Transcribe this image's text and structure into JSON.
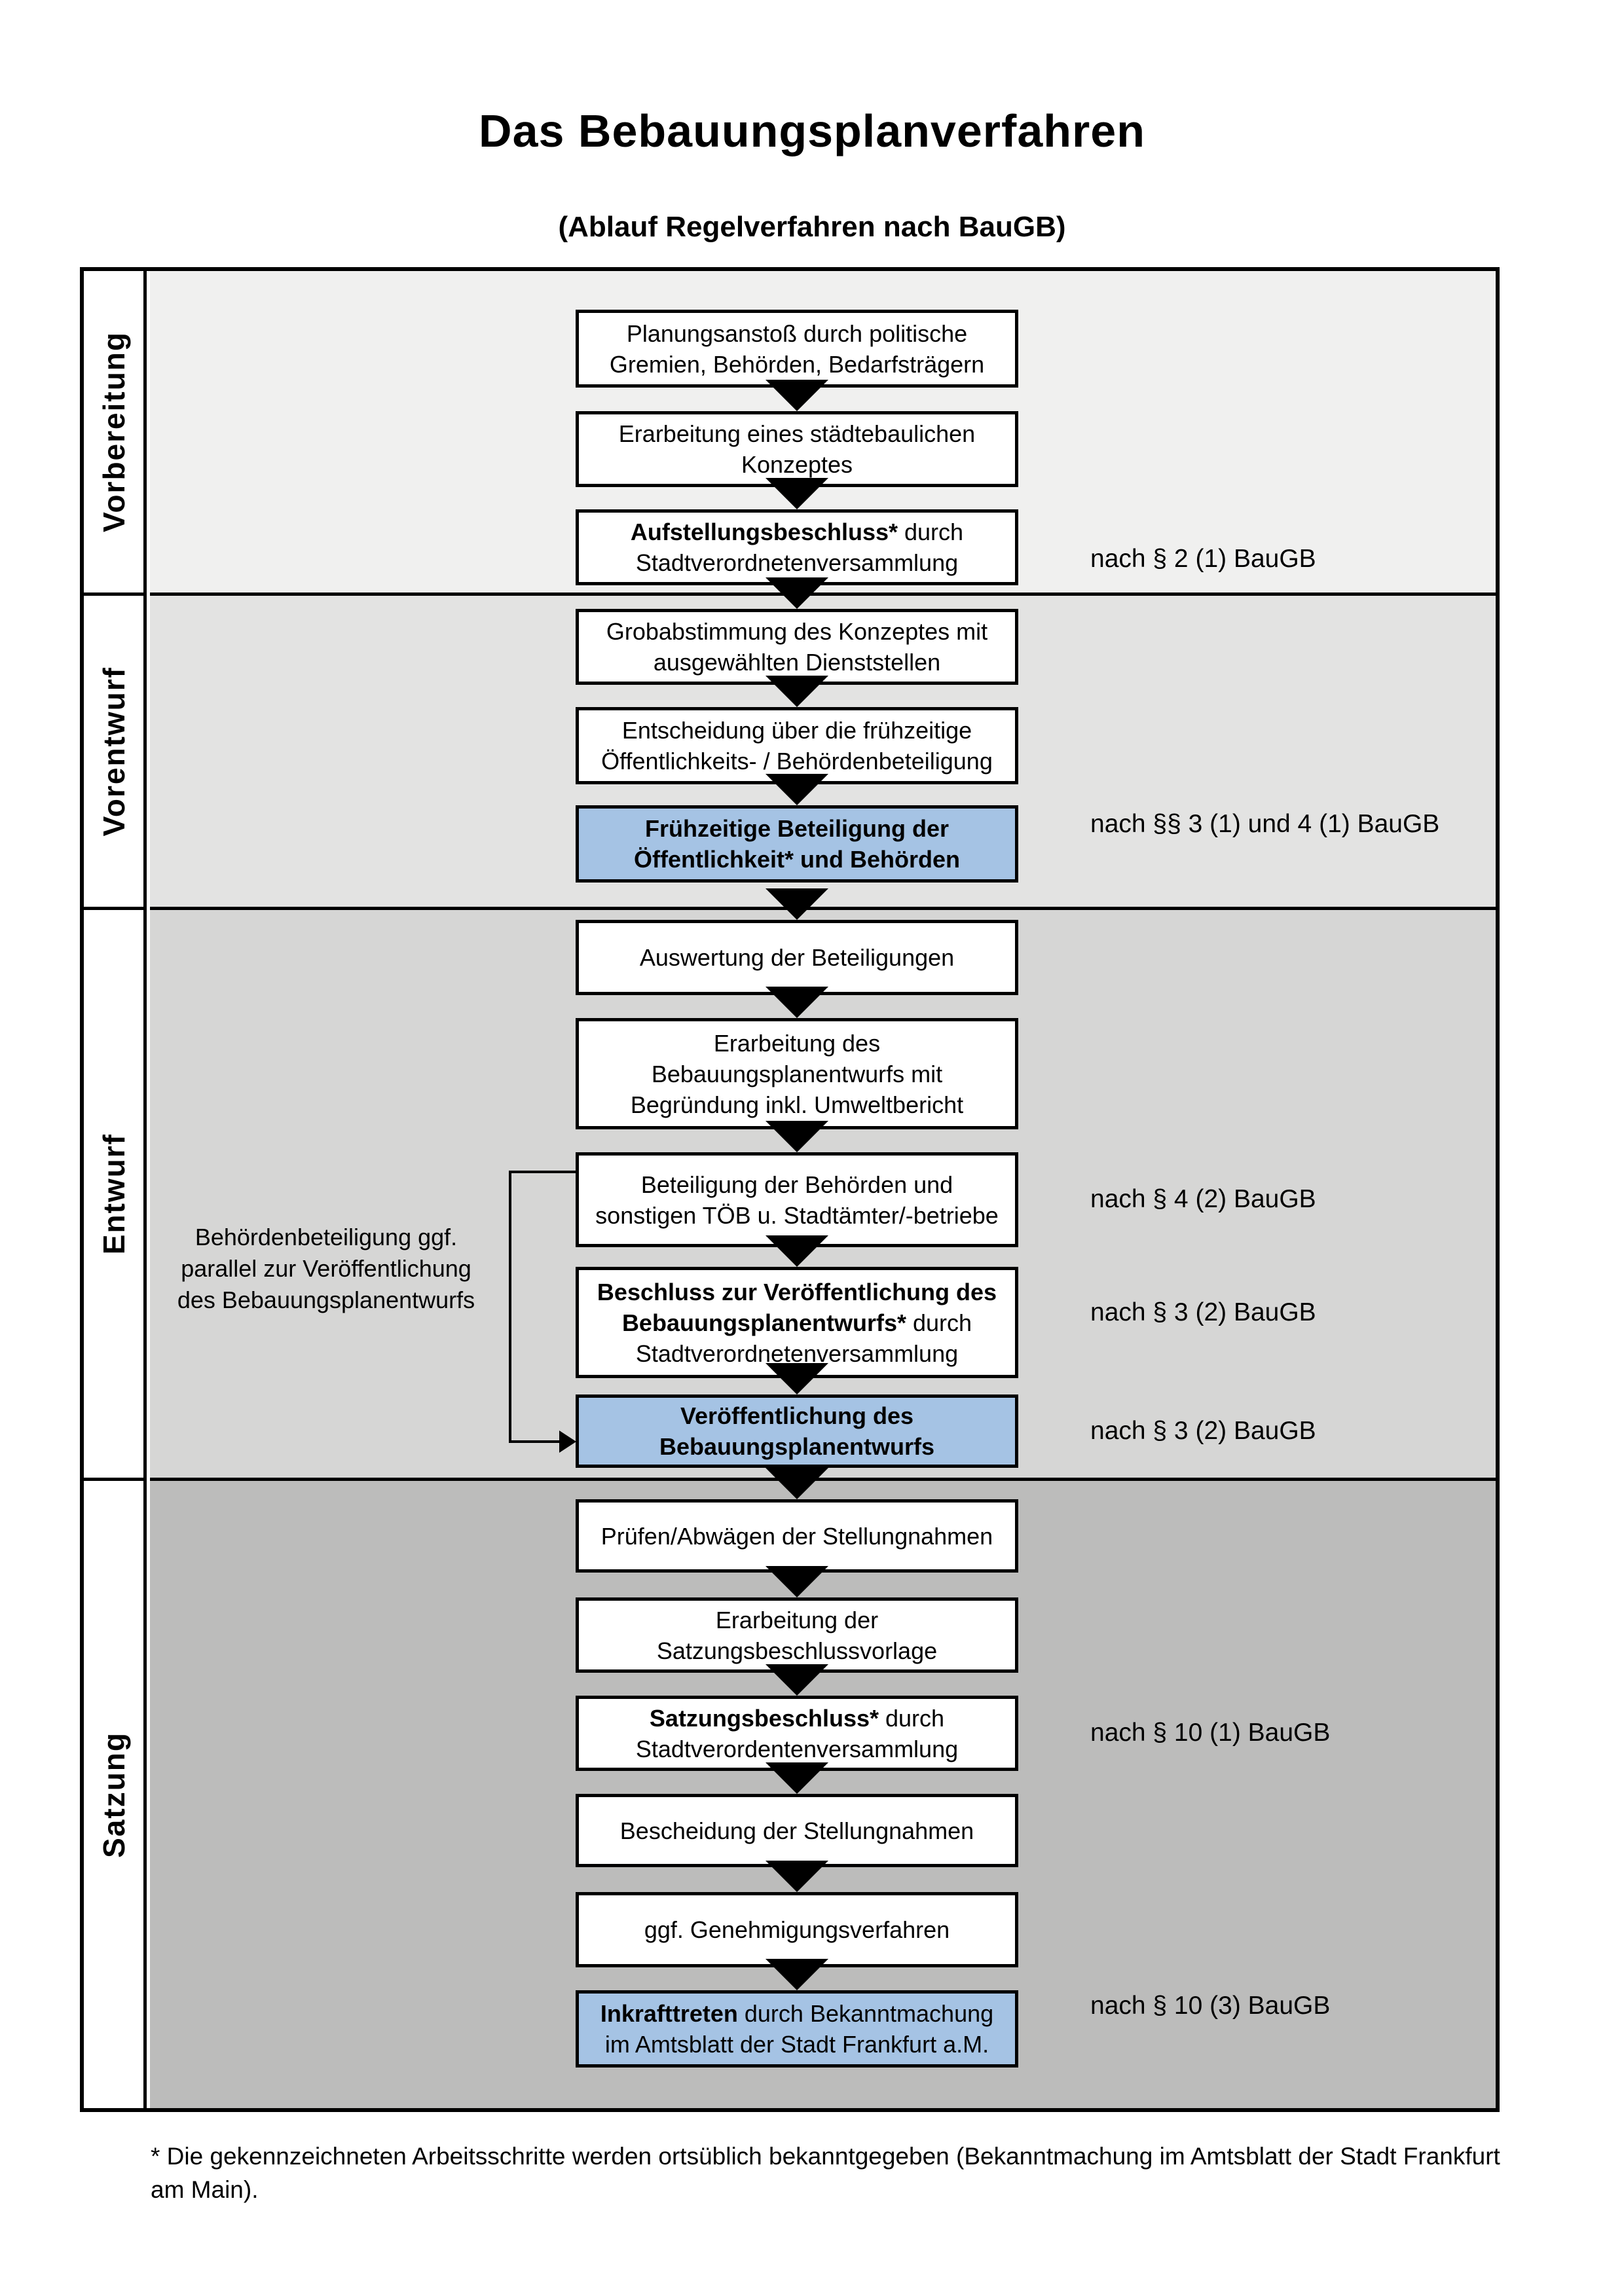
{
  "title": "Das Bebauungsplanverfahren",
  "subtitle": "(Ablauf Regelverfahren nach BauGB)",
  "colors": {
    "s1": "#f0f0ef",
    "s2": "#e3e3e2",
    "s3": "#d6d6d5",
    "s4": "#bcbcbb",
    "highlight": "#a5c3e4",
    "ink": "#000000"
  },
  "phases": [
    {
      "label": "Vorbereitung"
    },
    {
      "label": "Vorentwurf"
    },
    {
      "label": "Entwurf"
    },
    {
      "label": "Satzung"
    }
  ],
  "flow": {
    "boxes": [
      {
        "bold": "",
        "rest": "Planungsanstoß durch politische Gremien, Behörden, Bedarfsträgern"
      },
      {
        "bold": "",
        "rest": "Erarbeitung eines städtebaulichen Konzeptes"
      },
      {
        "bold": "Aufstellungsbeschluss*",
        "rest": " durch Stadtverordnetenversammlung"
      },
      {
        "bold": "",
        "rest": "Grobabstimmung des Konzeptes mit ausgewählten Dienststellen"
      },
      {
        "bold": "",
        "rest": "Entscheidung über die frühzeitige Öffentlichkeits- / Behördenbeteiligung"
      },
      {
        "bold": "Frühzeitige Beteiligung der Öffentlichkeit* und Behörden",
        "rest": ""
      },
      {
        "bold": "",
        "rest": "Auswertung der Beteiligungen"
      },
      {
        "bold": "",
        "rest": "Erarbeitung des Bebauungsplanentwurfs mit Begründung inkl. Umweltbericht"
      },
      {
        "bold": "",
        "rest": "Beteiligung der Behörden und sonstigen TÖB u. Stadtämter/-betriebe"
      },
      {
        "bold": "Beschluss zur Veröffentlichung des Bebauungsplanentwurfs*",
        "rest": " durch Stadtverordnetenversammlung"
      },
      {
        "bold": "Veröffentlichung des Bebauungsplanentwurfs",
        "rest": ""
      },
      {
        "bold": "",
        "rest": "Prüfen/Abwägen der Stellungnahmen"
      },
      {
        "bold": "",
        "rest": "Erarbeitung der Satzungsbeschlussvorlage"
      },
      {
        "bold": "Satzungsbeschluss*",
        "rest": " durch Stadtverordentenversammlung"
      },
      {
        "bold": "",
        "rest": "Bescheidung der Stellungnahmen"
      },
      {
        "bold": "",
        "rest": "ggf. Genehmigungsverfahren"
      },
      {
        "bold": "Inkrafttreten",
        "rest": " durch Bekanntmachung im Amtsblatt der Stadt Frankfurt a.M."
      }
    ]
  },
  "annotation": "Behördenbeteiligung ggf. parallel zur Veröffentlichung des Bebauungsplanentwurfs",
  "references": [
    "nach § 2 (1) BauGB",
    "nach §§ 3 (1) und 4 (1) BauGB",
    "nach § 4 (2) BauGB",
    "nach § 3 (2) BauGB",
    "nach § 3 (2) BauGB",
    "nach § 10 (1) BauGB",
    "nach § 10 (3) BauGB"
  ],
  "footnote": "* Die gekennzeichneten Arbeitsschritte werden ortsüblich bekanntgegeben (Bekanntmachung im Amtsblatt  der Stadt Frankfurt am Main)."
}
